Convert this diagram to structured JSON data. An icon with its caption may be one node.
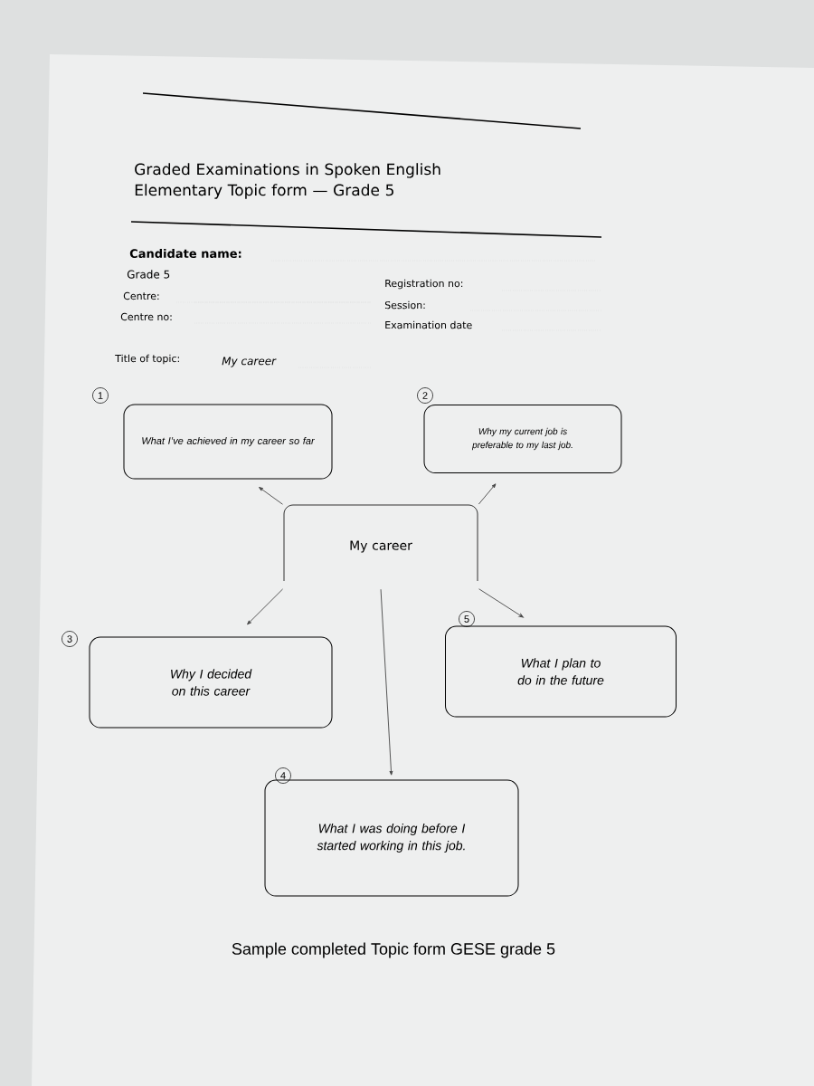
{
  "diagram": {
    "title": "Graded Examinations in Spoken English Elementary Topic form — Grade 5",
    "caption": "Sample completed Topic form GESE grade 5",
    "nodes": [
      {
        "text": [
          "What I’ve achieved in my career so far"
        ],
        "beside": [
          "1"
        ]
      },
      {
        "text": [
          "Why my current job is preferable to my last job."
        ],
        "beside": [
          "2"
        ]
      },
      {
        "text": [
          "My career"
        ]
      },
      {
        "text": [
          "Why I decided on this career"
        ],
        "beside": [
          "3"
        ]
      },
      {
        "text": [
          "What I plan to do in the future"
        ],
        "beside": [
          "5"
        ]
      },
      {
        "text": [
          "What I was doing before I started working in this job."
        ],
        "beside": [
          "4"
        ]
      }
    ],
    "edges": [
      {
        "from": 2,
        "to": 0,
        "arrow": "to"
      },
      {
        "from": 2,
        "to": 1,
        "arrow": "to"
      },
      {
        "from": 2,
        "to": 3,
        "arrow": "to"
      },
      {
        "from": 2,
        "to": 4,
        "arrow": "to"
      },
      {
        "from": 2,
        "to": 5,
        "arrow": "to"
      }
    ],
    "labels": [
      "Candidate name:",
      "Grade 5",
      "Registration no:",
      "Centre:",
      "Session:",
      "Centre no:",
      "Examination date",
      "Title of topic:",
      "My career"
    ]
  }
}
